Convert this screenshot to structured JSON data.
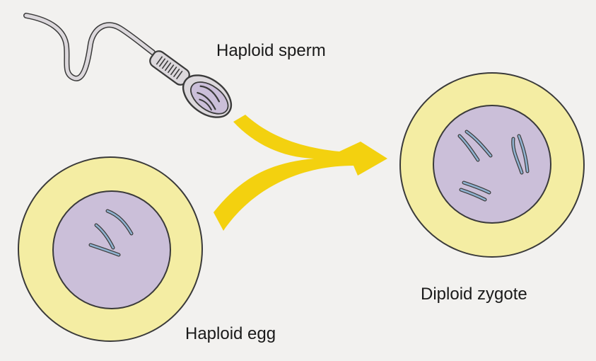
{
  "labels": {
    "sperm": "Haploid sperm",
    "egg": "Haploid egg",
    "zygote": "Diploid zygote"
  },
  "colors": {
    "background": "#f2f1ef",
    "cell_outer": "#f4eda3",
    "cell_nucleus": "#cbbfd9",
    "arrow": "#f3d10f",
    "chromosome": "#8fb1cf",
    "sperm_fill": "#dcd8dc",
    "outline": "#3a3a3a"
  },
  "icons": {
    "sperm": "sperm-cell-icon",
    "egg": "egg-cell-icon",
    "zygote": "zygote-cell-icon",
    "arrow": "merge-arrow-icon"
  }
}
